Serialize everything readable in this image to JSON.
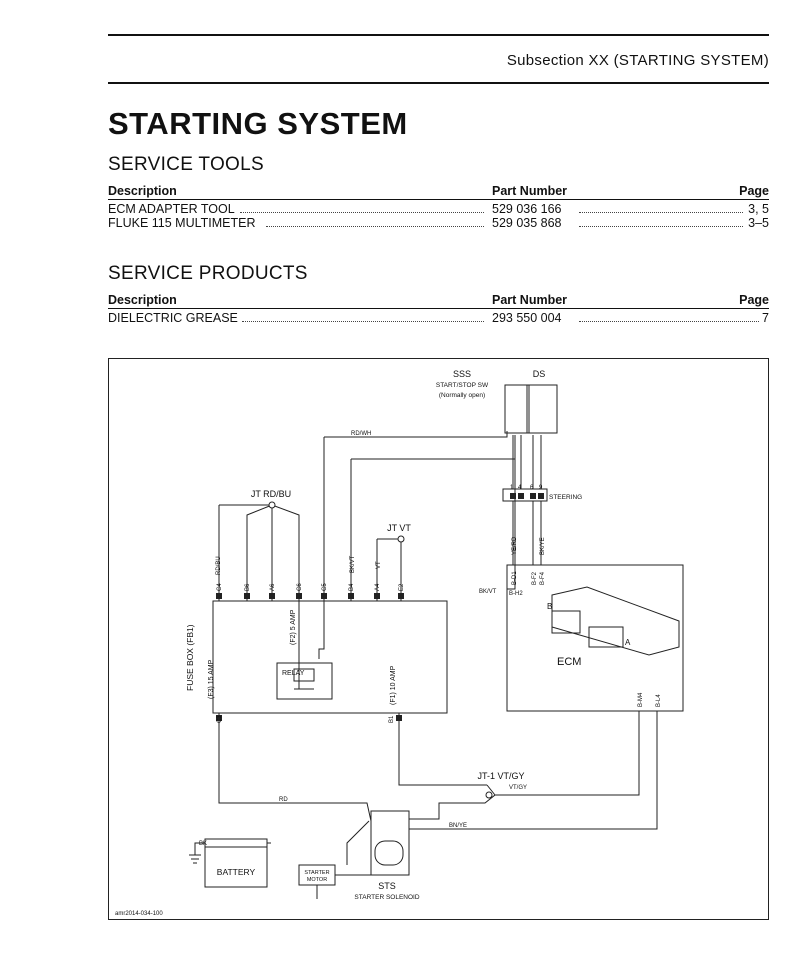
{
  "header": {
    "subsection": "Subsection XX (STARTING SYSTEM)"
  },
  "page_title": "STARTING SYSTEM",
  "service_tools": {
    "heading": "SERVICE TOOLS",
    "columns": {
      "description": "Description",
      "part_number": "Part Number",
      "page": "Page"
    },
    "rows": [
      {
        "description": "ECM ADAPTER TOOL",
        "part_number": "529 036 166",
        "page": "3, 5"
      },
      {
        "description": "FLUKE 115 MULTIMETER",
        "part_number": "529 035 868",
        "page": "3–5"
      }
    ]
  },
  "service_products": {
    "heading": "SERVICE PRODUCTS",
    "columns": {
      "description": "Description",
      "part_number": "Part Number",
      "page": "Page"
    },
    "rows": [
      {
        "description": "DIELECTRIC GREASE",
        "part_number": "293 550 004",
        "page": "7"
      }
    ]
  },
  "diagram": {
    "sss_code": "SSS",
    "sss_name": "START/STOP SW",
    "sss_note": "(Normally open)",
    "ds_code": "DS",
    "jt_rdbu": "JT RD/BU",
    "jt_vt": "JT VT",
    "jt1": "JT-1 VT/GY",
    "fuse_box": "FUSE BOX (FB1)",
    "fuse_f3": "(F3) 15 AMP",
    "fuse_f2": "(F2) 5 AMP",
    "fuse_f1": "(F1) 10 AMP",
    "relay": "RELAY",
    "ecm": "ECM",
    "ecm_a": "A",
    "ecm_b": "B",
    "battery": "BATTERY",
    "starter_motor_1": "STARTER",
    "starter_motor_2": "MOTOR",
    "sts_code": "STS",
    "sts_name": "STARTER SOLENOID",
    "steering": "STEERING",
    "image_id": "amr2014-034-100",
    "wires": {
      "rd_wh": "RD/WH",
      "rd_bu": "RD/BU",
      "bk_vt": "BK/VT",
      "vt": "VT",
      "vt_gy": "VT/GY",
      "rd": "RD",
      "bk": "BK",
      "bn_ye": "BN/YE",
      "ye_rd": "YE/RD",
      "bk_ye": "BK/YE"
    },
    "pins": {
      "c4": "C4",
      "b6": "B6",
      "a6": "A6",
      "c6": "C6",
      "c5": "C5",
      "b4": "B4",
      "a4": "A4",
      "e2": "E2",
      "c3": "C3",
      "b1": "B1",
      "bd1": "B-D1",
      "bf2": "B-F2",
      "bf4": "B-F4",
      "bh2": "B-H2",
      "bm4": "B-M4",
      "bl4": "B-L4",
      "s1": "1",
      "s4": "4",
      "s6": "6",
      "s9": "9"
    }
  }
}
